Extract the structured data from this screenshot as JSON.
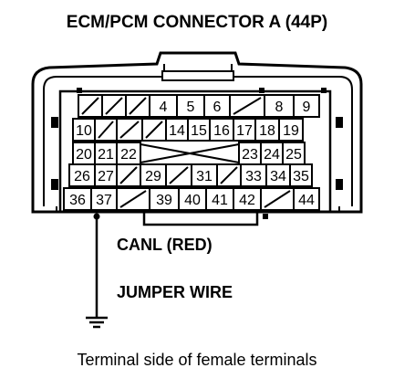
{
  "title": "ECM/PCM CONNECTOR A (44P)",
  "wire_labels": {
    "canl": "CANL (RED)",
    "jumper": "JUMPER WIRE"
  },
  "caption": "Terminal side of female terminals",
  "connector": {
    "rows": [
      {
        "cells": [
          {
            "type": "slash"
          },
          {
            "type": "slash"
          },
          {
            "type": "slash"
          },
          {
            "type": "num",
            "label": "4"
          },
          {
            "type": "num",
            "label": "5"
          },
          {
            "type": "num",
            "label": "6"
          },
          {
            "type": "slash"
          },
          {
            "type": "num",
            "label": "8"
          },
          {
            "type": "num",
            "label": "9"
          }
        ]
      },
      {
        "cells": [
          {
            "type": "num",
            "label": "10"
          },
          {
            "type": "slash"
          },
          {
            "type": "slash"
          },
          {
            "type": "slash"
          },
          {
            "type": "num",
            "label": "14"
          },
          {
            "type": "num",
            "label": "15"
          },
          {
            "type": "num",
            "label": "16"
          },
          {
            "type": "num",
            "label": "17"
          },
          {
            "type": "num",
            "label": "18"
          },
          {
            "type": "num",
            "label": "19"
          }
        ]
      },
      {
        "cells": [
          {
            "type": "num",
            "label": "20"
          },
          {
            "type": "num",
            "label": "21"
          },
          {
            "type": "num",
            "label": "22"
          },
          {
            "type": "num",
            "label": "23"
          },
          {
            "type": "num",
            "label": "24"
          },
          {
            "type": "num",
            "label": "25"
          }
        ]
      },
      {
        "cells": [
          {
            "type": "num",
            "label": "26"
          },
          {
            "type": "num",
            "label": "27"
          },
          {
            "type": "slash"
          },
          {
            "type": "num",
            "label": "29"
          },
          {
            "type": "slash"
          },
          {
            "type": "num",
            "label": "31"
          },
          {
            "type": "slash"
          },
          {
            "type": "num",
            "label": "33"
          },
          {
            "type": "num",
            "label": "34"
          },
          {
            "type": "num",
            "label": "35"
          }
        ]
      },
      {
        "cells": [
          {
            "type": "num",
            "label": "36"
          },
          {
            "type": "num",
            "label": "37"
          },
          {
            "type": "slash"
          },
          {
            "type": "num",
            "label": "39"
          },
          {
            "type": "num",
            "label": "40"
          },
          {
            "type": "num",
            "label": "41"
          },
          {
            "type": "num",
            "label": "42"
          },
          {
            "type": "slash"
          },
          {
            "type": "num",
            "label": "44"
          }
        ]
      }
    ],
    "probed_terminal": "37"
  }
}
